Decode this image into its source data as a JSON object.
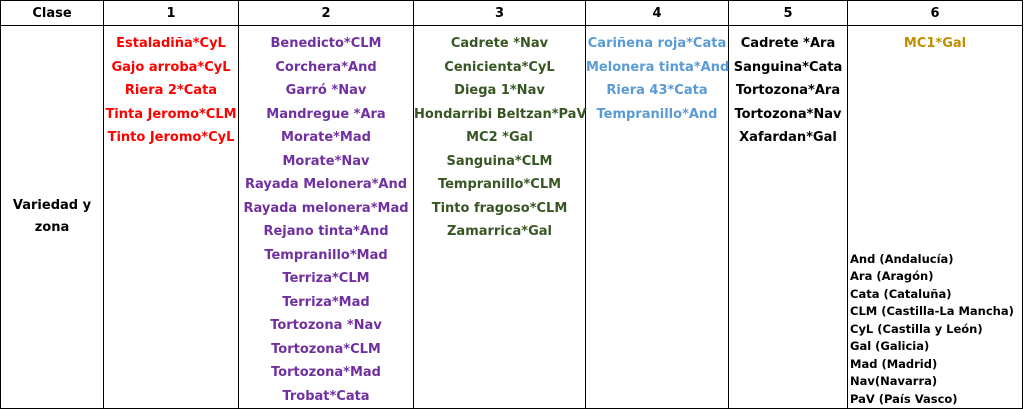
{
  "header": {
    "clase": "Clase",
    "columns": [
      "1",
      "2",
      "3",
      "4",
      "5",
      "6"
    ]
  },
  "row_label_line1": "Variedad y",
  "row_label_line2": "zona",
  "columns": {
    "c1": [
      "Estaladiña*CyL",
      "Gajo arroba*CyL",
      "Riera 2*Cata",
      "Tinta Jeromo*CLM",
      "Tinto Jeromo*CyL"
    ],
    "c2": [
      "Benedicto*CLM",
      "Corchera*And",
      "Garró *Nav",
      "Mandregue *Ara",
      "Morate*Mad",
      "Morate*Nav",
      "Rayada Melonera*And",
      "Rayada melonera*Mad",
      "Rejano tinta*And",
      "Tempranillo*Mad",
      "Terriza*CLM",
      "Terriza*Mad",
      "Tortozona *Nav",
      "Tortozona*CLM",
      "Tortozona*Mad",
      "Trobat*Cata"
    ],
    "c3": [
      "Cadrete *Nav",
      "Cenicienta*CyL",
      "Diega 1*Nav",
      "Hondarribi Beltzan*PaV",
      "MC2 *Gal",
      "Sanguina*CLM",
      "Tempranillo*CLM",
      "Tinto fragoso*CLM",
      "Zamarrica*Gal"
    ],
    "c4": [
      "Cariñena roja*Cata",
      "Melonera tinta*And",
      "Riera 43*Cata",
      "Tempranillo*And"
    ],
    "c5": [
      "Cadrete *Ara",
      "Sanguina*Cata",
      "Tortozona*Ara",
      "Tortozona*Nav",
      "Xafardan*Gal"
    ],
    "c6": [
      "MC1*Gal"
    ]
  },
  "legend": [
    "And (Andalucía)",
    "Ara (Aragón)",
    "Cata (Cataluña)",
    "CLM (Castilla-La Mancha)",
    "CyL (Castilla y León)",
    "Gal (Galicia)",
    "Mad (Madrid)",
    "Nav(Navarra)",
    "PaV (País Vasco)"
  ],
  "colors": {
    "c1": "#ff0000",
    "c2": "#7030a0",
    "c3": "#375623",
    "c4": "#5b9bd5",
    "c5": "#000000",
    "c6": "#bf8f00"
  }
}
